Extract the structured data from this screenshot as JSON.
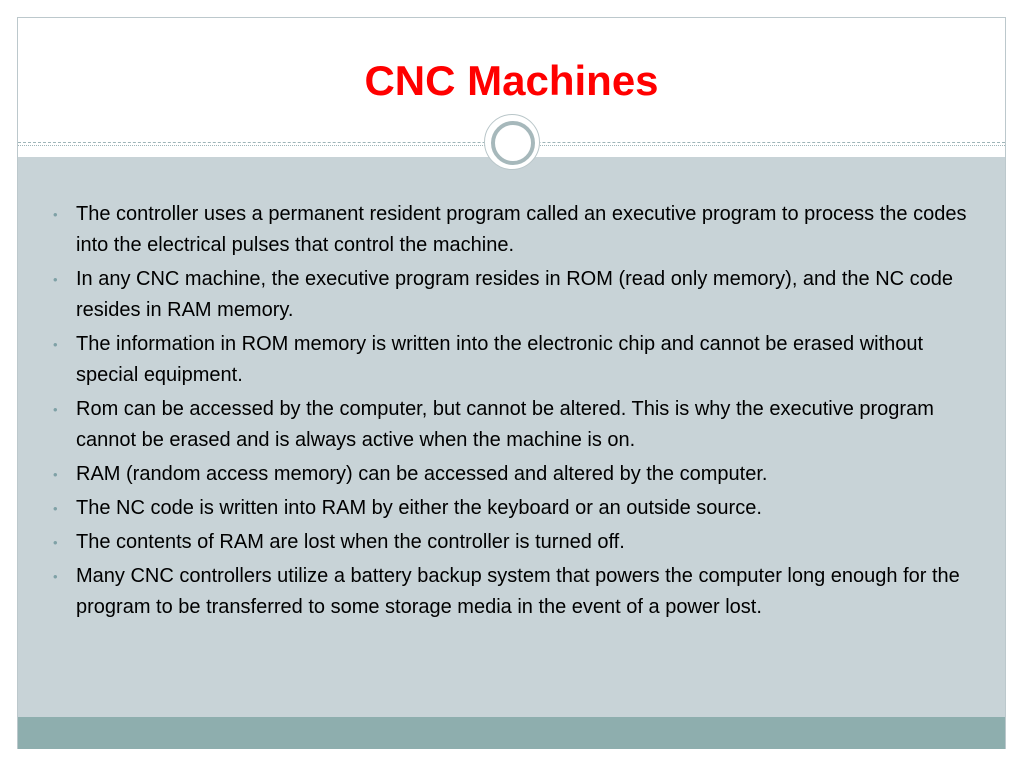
{
  "slide": {
    "title": "CNC Machines",
    "bullet_symbol": "•",
    "bullets": [
      "The controller uses a permanent resident program called an executive program to process the codes into the electrical pulses that control the machine.",
      "In any CNC machine, the executive program resides in ROM (read only memory), and the NC code resides in RAM memory.",
      "The information in ROM memory is written into the electronic chip and cannot be erased without special  equipment.",
      "Rom can be accessed by the computer, but cannot be altered. This is why the executive program cannot be erased and is always active when the machine is on.",
      "RAM (random access memory) can be accessed and altered by the computer.",
      "The NC code is written into RAM by either the keyboard or an outside source.",
      "The contents of RAM are lost when the controller is turned off.",
      "Many CNC controllers utilize a battery backup system that powers the computer long enough for the program to be transferred to some storage media in the event of a power lost."
    ]
  },
  "colors": {
    "title": "#ff0000",
    "content_background": "#c8d3d7",
    "footer_band": "#8eaeae",
    "bullet_marker": "#7fa1a6"
  },
  "icons": {
    "divider_ornament": "circle-ring-icon"
  }
}
